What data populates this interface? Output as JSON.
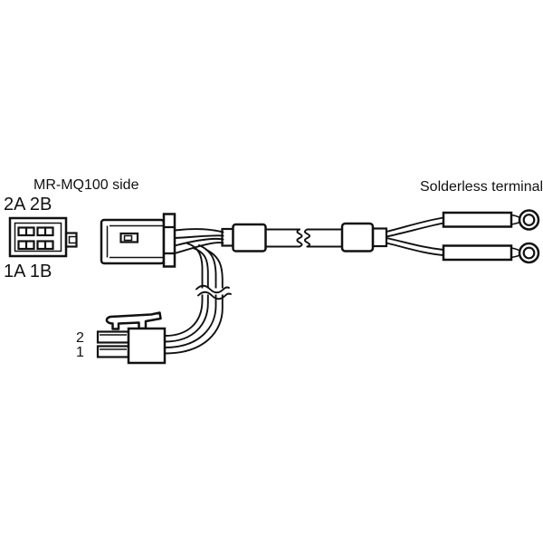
{
  "diagram": {
    "labels": {
      "mq100_side": "MR-MQ100 side",
      "pins_top": "2A 2B",
      "pins_bottom": "1A 1B",
      "solderless_terminal": "Solderless terminal",
      "pin_2": "2",
      "pin_1": "1"
    },
    "colors": {
      "line": "#111111",
      "background": "#ffffff"
    }
  }
}
